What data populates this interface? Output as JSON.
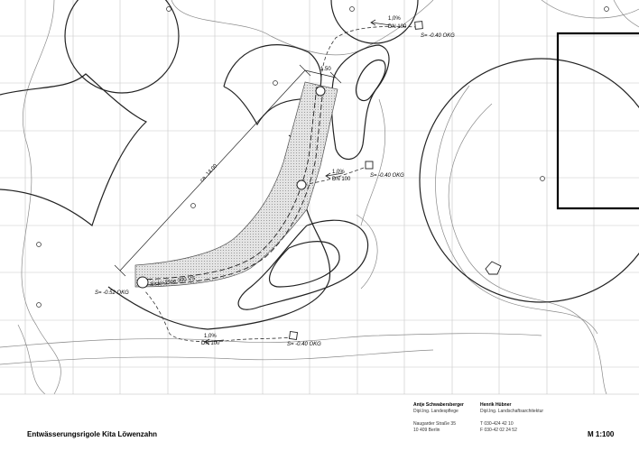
{
  "plan": {
    "labels": {
      "slope_top": "1,0%",
      "dn_top": "DN 100",
      "okg_top": "S= -0.40 OKG",
      "dim_short": "1.50",
      "dim_long": "ca. 14.00",
      "slope_mid": "1,0%",
      "dn_mid": "DN 100",
      "okg_mid": "S= -0.40 OKG",
      "pipe": "Sicku-Pipe 300 VS",
      "okg_left": "S= -0.52 OKG",
      "slope_bottom": "1,0%",
      "dn_bottom": "DN 100",
      "okg_bottom": "S= -0.40 OKG"
    }
  },
  "footer": {
    "title": "Entwässerungsrigole Kita Löwenzahn",
    "scale": "M 1:100",
    "office1": {
      "name": "Antje Schwabersberger",
      "role": "Dipl.Ing. Landespflege",
      "street": "Naugarder Straße 35",
      "city": "10 409 Berlin"
    },
    "office2": {
      "name": "Henrik Hübner",
      "role": "Dipl.Ing. Landschaftsarchitektur",
      "phone": "T  030-424 42 10",
      "fax": "F  030-42 02 24 52"
    }
  }
}
